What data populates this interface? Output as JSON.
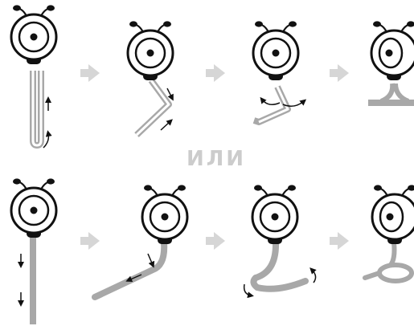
{
  "separator_text": "ИЛИ",
  "colors": {
    "outline": "#111111",
    "cable": "#a8a8a8",
    "cable_core": "#ffffff",
    "arrow_step": "#d6d6d6",
    "separator": "#cccccc"
  },
  "rows": [
    {
      "id": "top",
      "steps": [
        "cable-folded-up",
        "cable-bent-angle",
        "cable-tilted-rotate",
        "stand-flat-base"
      ]
    },
    {
      "id": "bottom",
      "steps": [
        "cable-straight-down",
        "cable-bent-sideways",
        "cable-curved-rotate",
        "stand-loop-base"
      ]
    }
  ]
}
